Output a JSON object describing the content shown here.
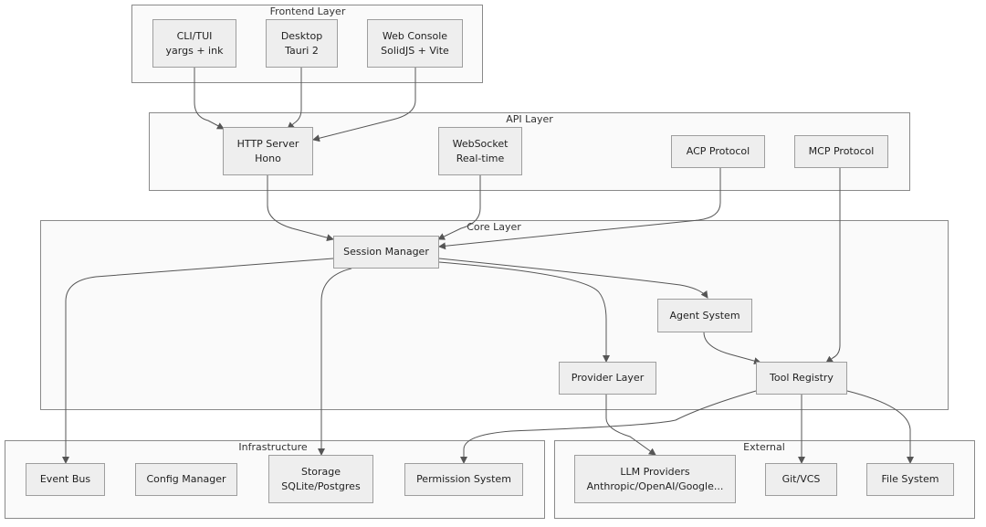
{
  "groups": {
    "frontend": "Frontend Layer",
    "api": "API Layer",
    "core": "Core Layer",
    "infra": "Infrastructure",
    "external": "External"
  },
  "nodes": {
    "cli": [
      "CLI/TUI",
      "yargs + ink"
    ],
    "desktop": [
      "Desktop",
      "Tauri 2"
    ],
    "webconsole": [
      "Web Console",
      "SolidJS + Vite"
    ],
    "http": [
      "HTTP Server",
      "Hono"
    ],
    "websocket": [
      "WebSocket",
      "Real-time"
    ],
    "acp": [
      "ACP Protocol"
    ],
    "mcp": [
      "MCP Protocol"
    ],
    "session": [
      "Session Manager"
    ],
    "agent": [
      "Agent System"
    ],
    "provider": [
      "Provider Layer"
    ],
    "tool": [
      "Tool Registry"
    ],
    "eventbus": [
      "Event Bus"
    ],
    "config": [
      "Config Manager"
    ],
    "storage": [
      "Storage",
      "SQLite/Postgres"
    ],
    "permission": [
      "Permission System"
    ],
    "llm": [
      "LLM Providers",
      "Anthropic/OpenAI/Google..."
    ],
    "git": [
      "Git/VCS"
    ],
    "fs": [
      "File System"
    ]
  },
  "colors": {
    "node_fill": "#eeeeee",
    "node_border": "#9e9e9e",
    "group_fill": "#fafafa",
    "group_border": "#8a8a8a",
    "edge": "#555555"
  }
}
